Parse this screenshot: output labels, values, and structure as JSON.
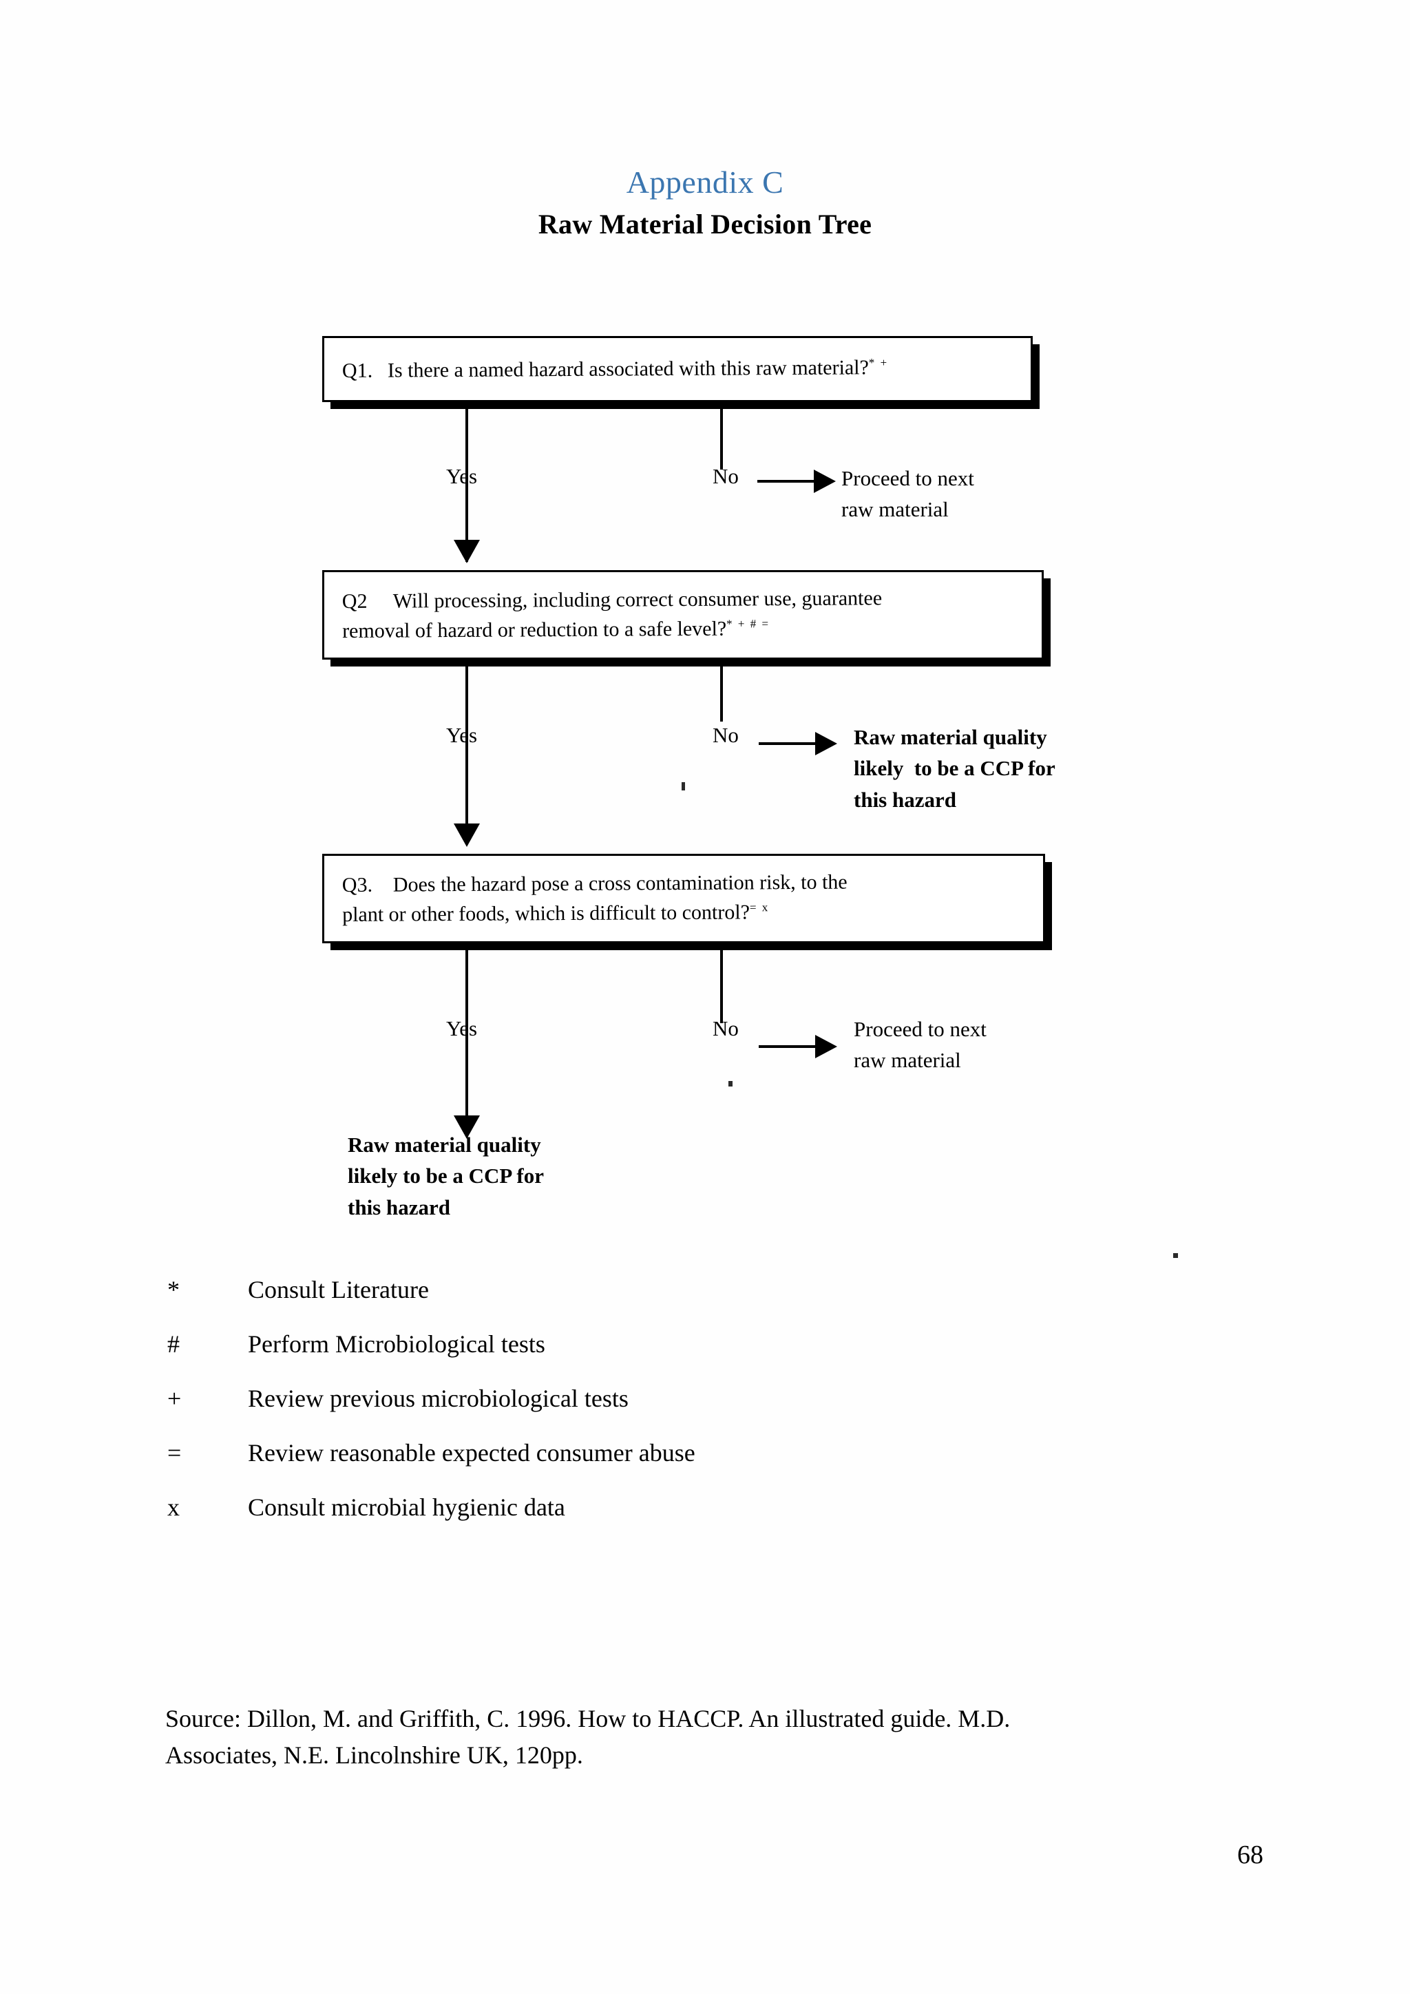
{
  "title": {
    "appendix": "Appendix C",
    "subtitle": "Raw Material Decision Tree"
  },
  "flowchart": {
    "boxes": [
      {
        "id": "q1",
        "label": "Q1.",
        "text": "Is there a named hazard associated with this raw material?",
        "markers": "* +"
      },
      {
        "id": "q2",
        "label": "Q2",
        "line1": "Will processing, including correct consumer use, guarantee",
        "line2": "removal of hazard or reduction to a safe level?",
        "markers": "* + # ="
      },
      {
        "id": "q3",
        "label": "Q3.",
        "line1": "Does the hazard pose a cross contamination risk, to the",
        "line2": "plant or other foods, which is difficult to control?",
        "markers": "= x"
      }
    ],
    "branches": [
      {
        "yes": "Yes",
        "no": "No",
        "no_outcome": [
          "Proceed to next",
          "raw material"
        ],
        "no_bold": false
      },
      {
        "yes": "Yes",
        "no": "No",
        "no_outcome": [
          "Raw material quality",
          "likely  to be a CCP for",
          "this hazard"
        ],
        "no_bold": true
      },
      {
        "yes": "Yes",
        "no": "No",
        "no_outcome": [
          "Proceed to next",
          "raw material"
        ],
        "no_bold": false
      }
    ],
    "final_outcome": [
      "Raw material quality",
      "likely to be a CCP for",
      "this hazard"
    ]
  },
  "legend": [
    {
      "symbol": "*",
      "description": "Consult Literature"
    },
    {
      "symbol": "#",
      "description": "Perform Microbiological tests"
    },
    {
      "symbol": "+",
      "description": "Review previous microbiological tests"
    },
    {
      "symbol": "=",
      "description": "Review reasonable expected consumer abuse"
    },
    {
      "symbol": "x",
      "description": "Consult microbial hygienic data"
    }
  ],
  "source": {
    "line1": "Source: Dillon, M. and Griffith, C. 1996. How to HACCP. An illustrated guide. M.D.",
    "line2": "Associates, N.E. Lincolnshire UK, 120pp."
  },
  "page_number": "68",
  "colors": {
    "appendix_heading": "#3b76b0",
    "text": "#000000",
    "background": "#ffffff"
  }
}
